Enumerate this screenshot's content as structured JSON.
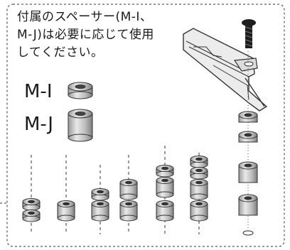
{
  "instruction_note": {
    "lines": [
      "付属のスペーサー(M-I、",
      "M-J)は必要に応じて使用",
      "してください。"
    ]
  },
  "spacers": {
    "m_i_label": "M-I",
    "m_j_label": "M-J"
  },
  "colors": {
    "line": "#333333",
    "spacer_fill": "#d8d8d8",
    "spacer_dark": "#888888",
    "bracket": "#e6e6e6"
  }
}
